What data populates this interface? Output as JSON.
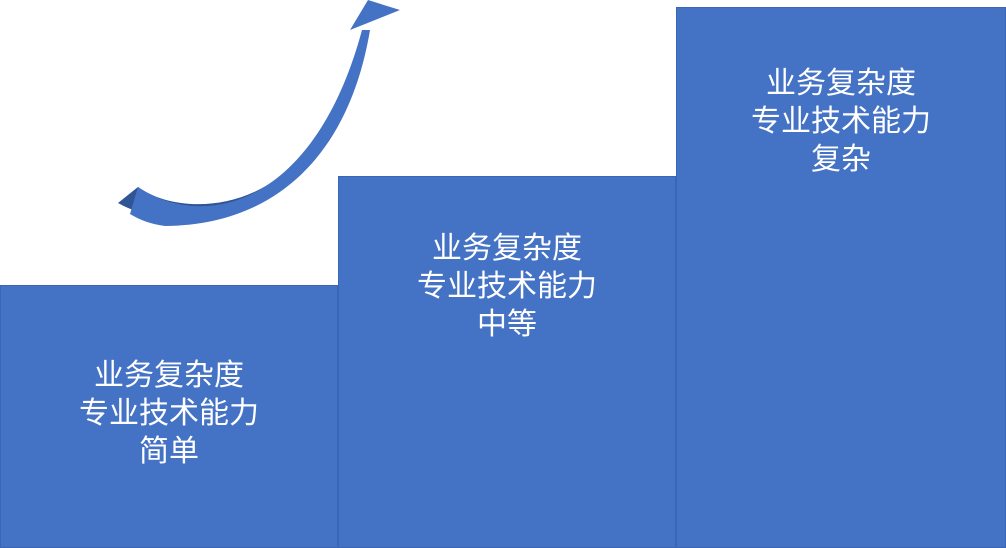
{
  "steps": [
    {
      "line1": "业务复杂度",
      "line2": "专业技术能力",
      "line3": "简单"
    },
    {
      "line1": "业务复杂度",
      "line2": "专业技术能力",
      "line3": "中等"
    },
    {
      "line1": "业务复杂度",
      "line2": "专业技术能力",
      "line3": "复杂"
    }
  ],
  "colors": {
    "step_fill": "#4472c4",
    "arrow_fill": "#4472c4",
    "arrow_shade": "#2f5597",
    "text": "#ffffff"
  },
  "icons": {
    "growth_arrow": "curved-up-arrow-icon"
  }
}
